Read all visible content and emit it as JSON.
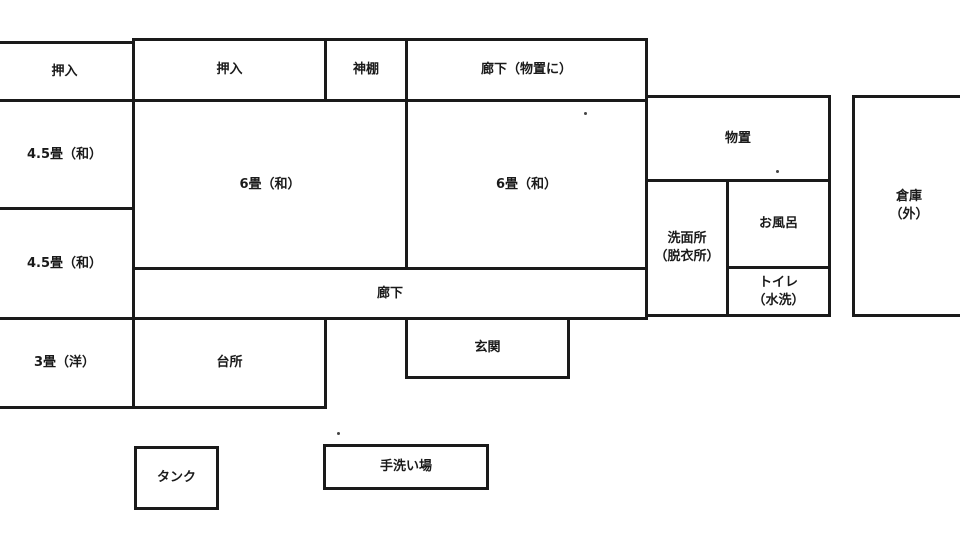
{
  "floor_plan": {
    "rooms": {
      "closet_left": "押入",
      "closet_mid": "押入",
      "altar": "神棚",
      "hall_storage": "廊下（物置に）",
      "tatami_45_a": "4.5畳（和）",
      "tatami_45_b": "4.5畳（和）",
      "tatami_6_a": "6畳（和）",
      "tatami_6_b": "6畳（和）",
      "corridor": "廊下",
      "storage": "物置",
      "washroom": "洗面所\n（脱衣所）",
      "bath": "お風呂",
      "toilet": "トイレ\n（水洗）",
      "warehouse": "倉庫\n（外）",
      "western_3": "3畳（洋）",
      "kitchen": "台所",
      "entrance": "玄関",
      "tank": "タンク",
      "handwash": "手洗い場"
    },
    "colors": {
      "wall": "#1a1a1a",
      "background": "#ffffff"
    }
  }
}
